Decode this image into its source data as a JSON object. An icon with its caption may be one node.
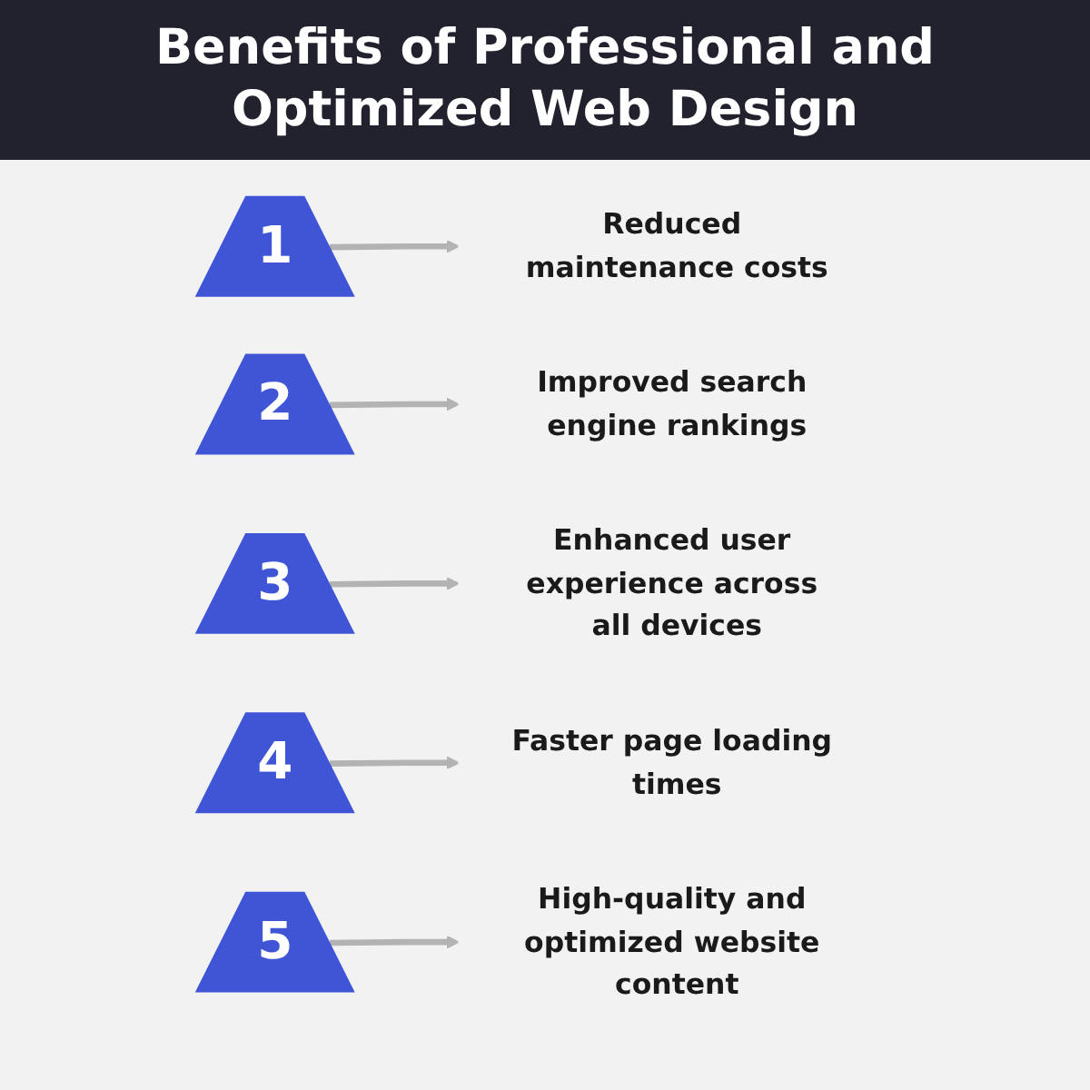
{
  "diagram": {
    "title": "Benefits of Professional and Optimized Web Design",
    "nodes": [
      {
        "text": [
          "1"
        ]
      },
      {
        "text": [
          "Reduced maintenance costs"
        ]
      },
      {
        "text": [
          "2"
        ]
      },
      {
        "text": [
          "Improved search engine rankings"
        ]
      },
      {
        "text": [
          "3"
        ]
      },
      {
        "text": [
          "Enhanced user experience across all devices"
        ]
      },
      {
        "text": [
          "4"
        ]
      },
      {
        "text": [
          "Faster page loading times"
        ]
      },
      {
        "text": [
          "5"
        ]
      },
      {
        "text": [
          "High-quality and optimized website content"
        ]
      }
    ],
    "edges": [
      {
        "from": 0,
        "to": 1,
        "arrow": "to"
      },
      {
        "from": 2,
        "to": 3,
        "arrow": "to"
      },
      {
        "from": 4,
        "to": 5,
        "arrow": "to"
      },
      {
        "from": 6,
        "to": 7,
        "arrow": "to"
      },
      {
        "from": 8,
        "to": 9,
        "arrow": "to"
      }
    ]
  }
}
